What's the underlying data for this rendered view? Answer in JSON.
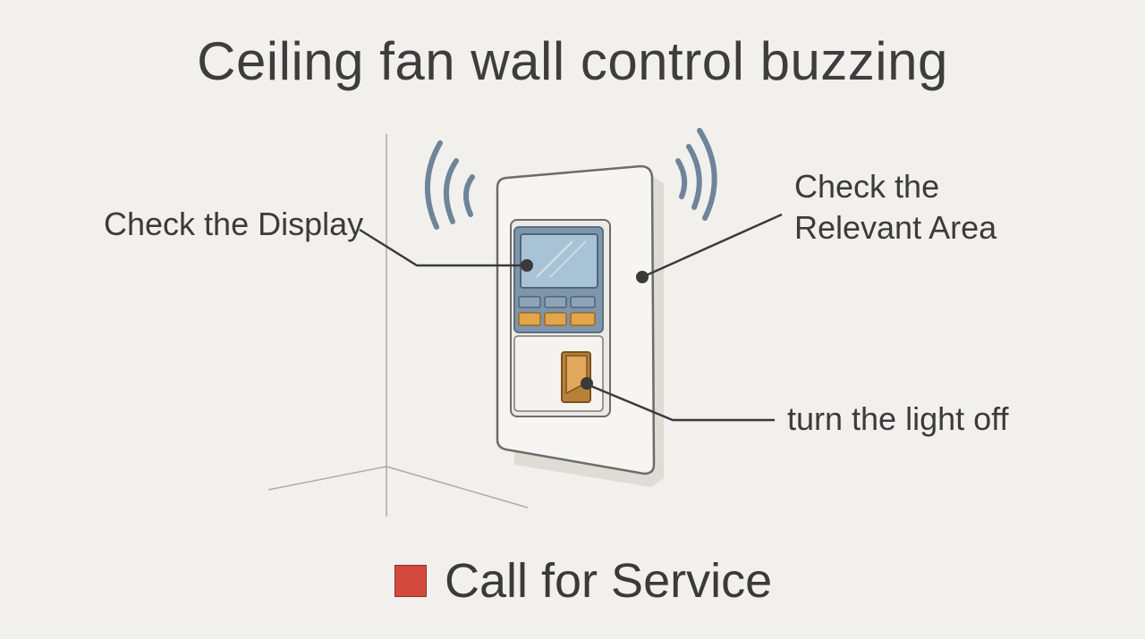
{
  "title": "Ceiling fan wall control buzzing",
  "callouts": {
    "display": "Check the Display",
    "relevant_area": {
      "line1": "Check the",
      "line2": "Relevant Area"
    },
    "light_switch": "turn the light off"
  },
  "legend": {
    "text": "Call for Service",
    "color": "#d24a3e"
  },
  "colors": {
    "background": "#f1f0ec",
    "screen": "#a9c3d6",
    "keypad_blue": "#7f95ab",
    "keypad_orange": "#e3a54a",
    "switch": "#d79a4c",
    "sound_waves": "#6f8499"
  }
}
